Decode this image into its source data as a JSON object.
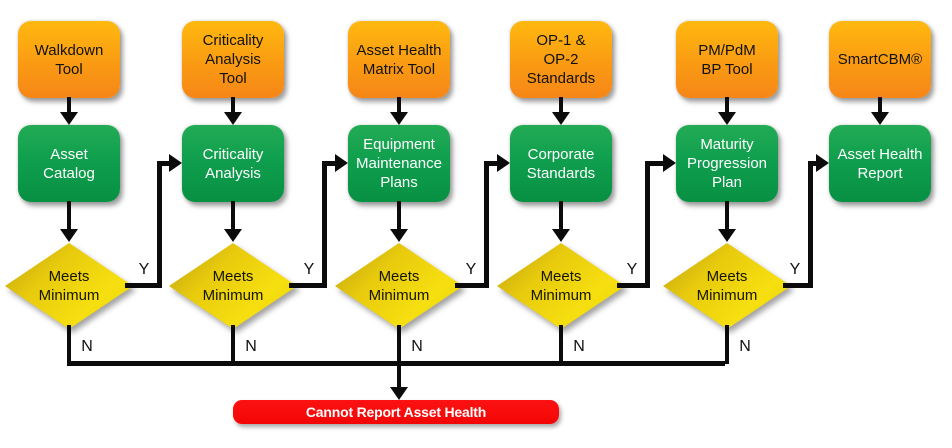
{
  "colors": {
    "tool_top": "#FFB90F",
    "tool_bottom": "#F68617",
    "output_top": "#23AB55",
    "output_bottom": "#089043",
    "decision_dark": "#BE9F10",
    "decision_bright": "#F6DF10",
    "fail": "#F40505",
    "connector": "#0b0b0b"
  },
  "columns": [
    {
      "tool": "Walkdown\nTool",
      "output": "Asset\nCatalog"
    },
    {
      "tool": "Criticality\nAnalysis\nTool",
      "output": "Criticality\nAnalysis"
    },
    {
      "tool": "Asset Health\nMatrix Tool",
      "output": "Equipment\nMaintenance\nPlans"
    },
    {
      "tool": "OP-1 &\nOP-2\nStandards",
      "output": "Corporate\nStandards"
    },
    {
      "tool": "PM/PdM\nBP Tool",
      "output": "Maturity\nProgression\nPlan"
    },
    {
      "tool": "SmartCBM®",
      "output": "Asset Health\nReport"
    }
  ],
  "decision": {
    "label": "Meets\nMinimum",
    "yes": "Y",
    "no": "N"
  },
  "fail": {
    "label": "Cannot Report Asset Health"
  }
}
